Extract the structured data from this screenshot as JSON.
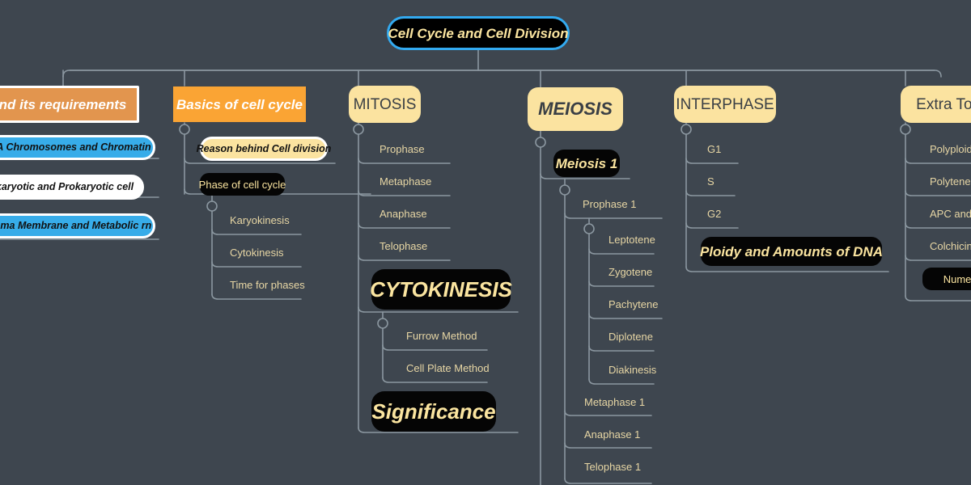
{
  "canvas": {
    "background": "#3e464f",
    "wire_color": "#8b97a0"
  },
  "root": {
    "label": "Cell Cycle and Cell Division",
    "accent": "#33aaf0",
    "text_color": "#fbe5a0"
  },
  "branches": [
    {
      "id": "cell-and-requirements",
      "label": "l and its requirements",
      "style": "orange-framed",
      "children": [
        {
          "label": "DNA Chromosomes and Chromatin",
          "style": "blue"
        },
        {
          "label": "Eukaryotic and Prokaryotic cell",
          "style": "white"
        },
        {
          "label": "Plasma Membrane and Metabolic rn",
          "style": "blue"
        }
      ]
    },
    {
      "id": "basics-of-cell-cycle",
      "label": "Basics of cell cycle",
      "style": "orange",
      "children": [
        {
          "label": "Reason behind Cell division",
          "style": "cream-ring"
        },
        {
          "label": "Phase of cell cycle",
          "style": "black",
          "children": [
            {
              "label": "Karyokinesis",
              "style": "leaf"
            },
            {
              "label": "Cytokinesis",
              "style": "leaf"
            },
            {
              "label": "Time for phases",
              "style": "leaf"
            }
          ]
        }
      ]
    },
    {
      "id": "mitosis",
      "label": "MITOSIS",
      "style": "cream",
      "children": [
        {
          "label": "Prophase",
          "style": "leaf"
        },
        {
          "label": "Metaphase",
          "style": "leaf"
        },
        {
          "label": "Anaphase",
          "style": "leaf"
        },
        {
          "label": "Telophase",
          "style": "leaf"
        },
        {
          "label": "CYTOKINESIS",
          "style": "black-big",
          "children": [
            {
              "label": "Furrow Method",
              "style": "leaf"
            },
            {
              "label": "Cell Plate Method",
              "style": "leaf"
            }
          ]
        },
        {
          "label": "Significance",
          "style": "black-big"
        }
      ]
    },
    {
      "id": "meiosis",
      "label": "MEIOSIS",
      "style": "cream-italic",
      "children": [
        {
          "label": "Meiosis 1",
          "style": "black-med",
          "children": [
            {
              "label": "Prophase 1",
              "style": "leaf",
              "children": [
                {
                  "label": "Leptotene",
                  "style": "leaf"
                },
                {
                  "label": "Zygotene",
                  "style": "leaf"
                },
                {
                  "label": "Pachytene",
                  "style": "leaf"
                },
                {
                  "label": "Diplotene",
                  "style": "leaf"
                },
                {
                  "label": "Diakinesis",
                  "style": "leaf"
                }
              ]
            },
            {
              "label": "Metaphase 1",
              "style": "leaf"
            },
            {
              "label": "Anaphase 1",
              "style": "leaf"
            },
            {
              "label": "Telophase 1",
              "style": "leaf"
            }
          ]
        }
      ]
    },
    {
      "id": "interphase",
      "label": "INTERPHASE",
      "style": "cream",
      "children": [
        {
          "label": "G1",
          "style": "leaf"
        },
        {
          "label": "S",
          "style": "leaf"
        },
        {
          "label": "G2",
          "style": "leaf"
        },
        {
          "label": "Ploidy and Amounts of DNA",
          "style": "black-med"
        }
      ]
    },
    {
      "id": "extra-topics",
      "label": "Extra Topic",
      "style": "cream",
      "children": [
        {
          "label": "Polyploidy",
          "style": "leaf"
        },
        {
          "label": "Polytene",
          "style": "leaf"
        },
        {
          "label": "APC and C",
          "style": "leaf"
        },
        {
          "label": "Colchicine",
          "style": "leaf"
        },
        {
          "label": "Numerical",
          "style": "black"
        }
      ]
    }
  ],
  "nodes": {
    "root": {
      "label": "Cell Cycle and Cell Division"
    },
    "b0": {
      "label": "l and its requirements"
    },
    "b0c0": {
      "label": "DNA Chromosomes and Chromatin"
    },
    "b0c1": {
      "label": "Eukaryotic and Prokaryotic cell"
    },
    "b0c2": {
      "label": "Plasma Membrane and Metabolic rn"
    },
    "b1": {
      "label": "Basics of cell cycle"
    },
    "b1c0": {
      "label": "Reason behind Cell division"
    },
    "b1c1": {
      "label": "Phase of cell cycle"
    },
    "b1c1g0": {
      "label": "Karyokinesis"
    },
    "b1c1g1": {
      "label": "Cytokinesis"
    },
    "b1c1g2": {
      "label": "Time for phases"
    },
    "b2": {
      "label": "MITOSIS"
    },
    "b2c0": {
      "label": "Prophase"
    },
    "b2c1": {
      "label": "Metaphase"
    },
    "b2c2": {
      "label": "Anaphase"
    },
    "b2c3": {
      "label": "Telophase"
    },
    "b2c4": {
      "label": "CYTOKINESIS"
    },
    "b2c4g0": {
      "label": "Furrow Method"
    },
    "b2c4g1": {
      "label": "Cell Plate Method"
    },
    "b2c5": {
      "label": "Significance"
    },
    "b3": {
      "label": "MEIOSIS"
    },
    "b3c0": {
      "label": "Meiosis 1"
    },
    "b3c0g0": {
      "label": "Prophase 1"
    },
    "b3c0g0h0": {
      "label": "Leptotene"
    },
    "b3c0g0h1": {
      "label": "Zygotene"
    },
    "b3c0g0h2": {
      "label": "Pachytene"
    },
    "b3c0g0h3": {
      "label": "Diplotene"
    },
    "b3c0g0h4": {
      "label": "Diakinesis"
    },
    "b3c0g1": {
      "label": "Metaphase 1"
    },
    "b3c0g2": {
      "label": "Anaphase 1"
    },
    "b3c0g3": {
      "label": "Telophase 1"
    },
    "b4": {
      "label": "INTERPHASE"
    },
    "b4c0": {
      "label": "G1"
    },
    "b4c1": {
      "label": "S"
    },
    "b4c2": {
      "label": "G2"
    },
    "b4c3": {
      "label": "Ploidy and Amounts of DNA"
    },
    "b5": {
      "label": "Extra Topic"
    },
    "b5c0": {
      "label": "Polyploidy"
    },
    "b5c1": {
      "label": "Polytene"
    },
    "b5c2": {
      "label": "APC and C"
    },
    "b5c3": {
      "label": "Colchicine"
    },
    "b5c4": {
      "label": "Numerical"
    }
  }
}
